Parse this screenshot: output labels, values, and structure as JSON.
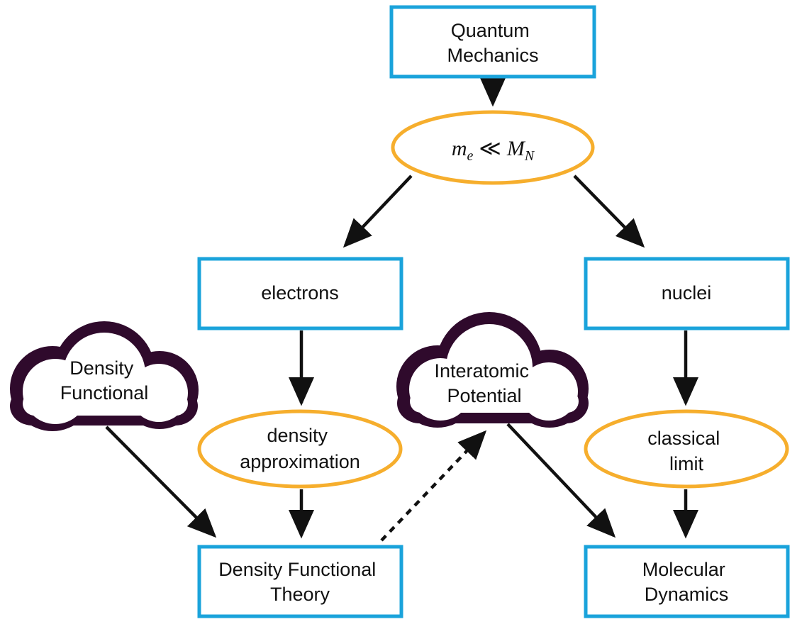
{
  "colors": {
    "box_border": "#1aa3db",
    "ellipse_border": "#f6ae2d",
    "cloud_fill": "#2f0a2c",
    "arrow": "#111111"
  },
  "nodes": {
    "quantum_mechanics": {
      "lines": [
        "Quantum",
        "Mechanics"
      ]
    },
    "mass_ratio": {
      "m": "m",
      "e": "e",
      "rel": "≪",
      "M": "M",
      "N": "N"
    },
    "electrons": {
      "lines": [
        "electrons"
      ]
    },
    "nuclei": {
      "lines": [
        "nuclei"
      ]
    },
    "density_functional_cloud": {
      "lines": [
        "Density",
        "Functional"
      ]
    },
    "interatomic_potential_cloud": {
      "lines": [
        "Interatomic",
        "Potential"
      ]
    },
    "density_approximation": {
      "lines": [
        "density",
        "approximation"
      ]
    },
    "classical_limit": {
      "lines": [
        "classical",
        "limit"
      ]
    },
    "dft": {
      "lines": [
        "Density Functional",
        "Theory"
      ]
    },
    "molecular_dynamics": {
      "lines": [
        "Molecular",
        "Dynamics"
      ]
    }
  },
  "edges": [
    {
      "from": "Quantum Mechanics",
      "to": "mass ratio",
      "style": "solid"
    },
    {
      "from": "mass ratio",
      "to": "electrons",
      "style": "solid"
    },
    {
      "from": "mass ratio",
      "to": "nuclei",
      "style": "solid"
    },
    {
      "from": "electrons",
      "to": "density approximation",
      "style": "solid"
    },
    {
      "from": "density approximation",
      "to": "Density Functional Theory",
      "style": "solid"
    },
    {
      "from": "Density Functional",
      "to": "Density Functional Theory",
      "style": "solid"
    },
    {
      "from": "Density Functional Theory",
      "to": "Interatomic Potential",
      "style": "dashed"
    },
    {
      "from": "Interatomic Potential",
      "to": "Molecular Dynamics",
      "style": "solid"
    },
    {
      "from": "nuclei",
      "to": "classical limit",
      "style": "solid"
    },
    {
      "from": "classical limit",
      "to": "Molecular Dynamics",
      "style": "solid"
    }
  ]
}
